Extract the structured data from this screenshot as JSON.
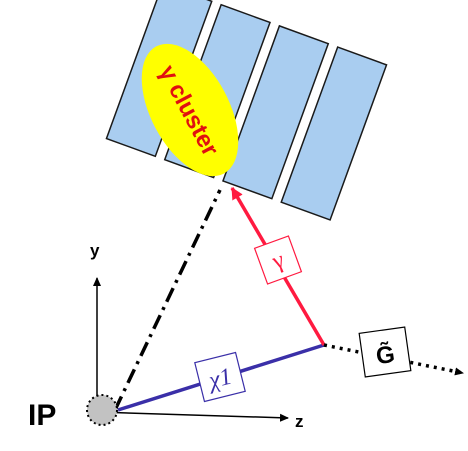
{
  "cluster_label": "γ cluster",
  "photon_label": "γ",
  "neutralino_label": "χ1",
  "gravitino_label": "G̃",
  "ip_label": "IP",
  "y_axis_label": "y",
  "z_axis_label": "z",
  "colors": {
    "calorimeter_fill": "#a9cdf0",
    "calorimeter_stroke": "#1a1a1a",
    "cluster_fill": "#ffff00",
    "cluster_text": "#e01010",
    "photon_line": "#ff1a40",
    "neutralino_line": "#3a2fa8",
    "ip_fill": "#c2c2c2",
    "line": "#000000"
  }
}
